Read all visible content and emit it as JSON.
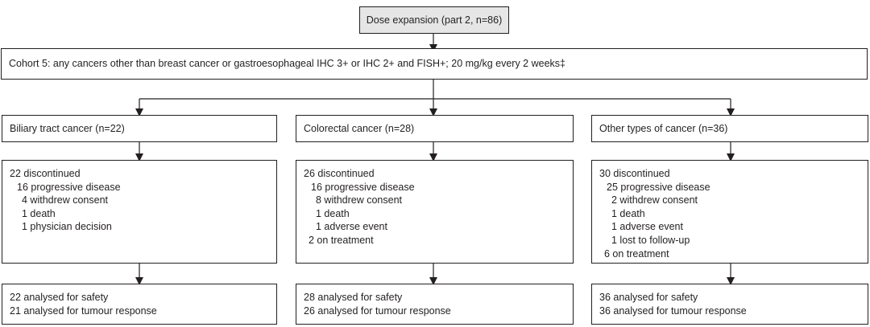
{
  "top_box": "Dose expansion (part 2, n=86)",
  "cohort": "Cohort 5: any cancers other than breast cancer or gastroesophageal IHC 3+ or IHC 2+ and FISH+; 20 mg/kg every 2 weeks‡",
  "columns": [
    {
      "title": "Biliary tract cancer (n=22)",
      "discontinued": "22 discontinued",
      "reasons": [
        "16 progressive disease",
        "4 withdrew consent",
        "1 death",
        "1 physician decision"
      ],
      "on_treatment": "",
      "analysed_safety": "22 analysed for safety",
      "analysed_response": "21 analysed for tumour response"
    },
    {
      "title": "Colorectal cancer (n=28)",
      "discontinued": "26 discontinued",
      "reasons": [
        "16 progressive disease",
        "8 withdrew consent",
        "1 death",
        "1 adverse event"
      ],
      "on_treatment": "2 on treatment",
      "analysed_safety": "28 analysed for safety",
      "analysed_response": "26 analysed for tumour response"
    },
    {
      "title": "Other types of cancer (n=36)",
      "discontinued": "30 discontinued",
      "reasons": [
        "25 progressive disease",
        "2 withdrew consent",
        "1 death",
        "1 adverse event",
        "1 lost to follow-up"
      ],
      "on_treatment": "6 on treatment",
      "analysed_safety": "36 analysed for safety",
      "analysed_response": "36 analysed for tumour response"
    }
  ]
}
